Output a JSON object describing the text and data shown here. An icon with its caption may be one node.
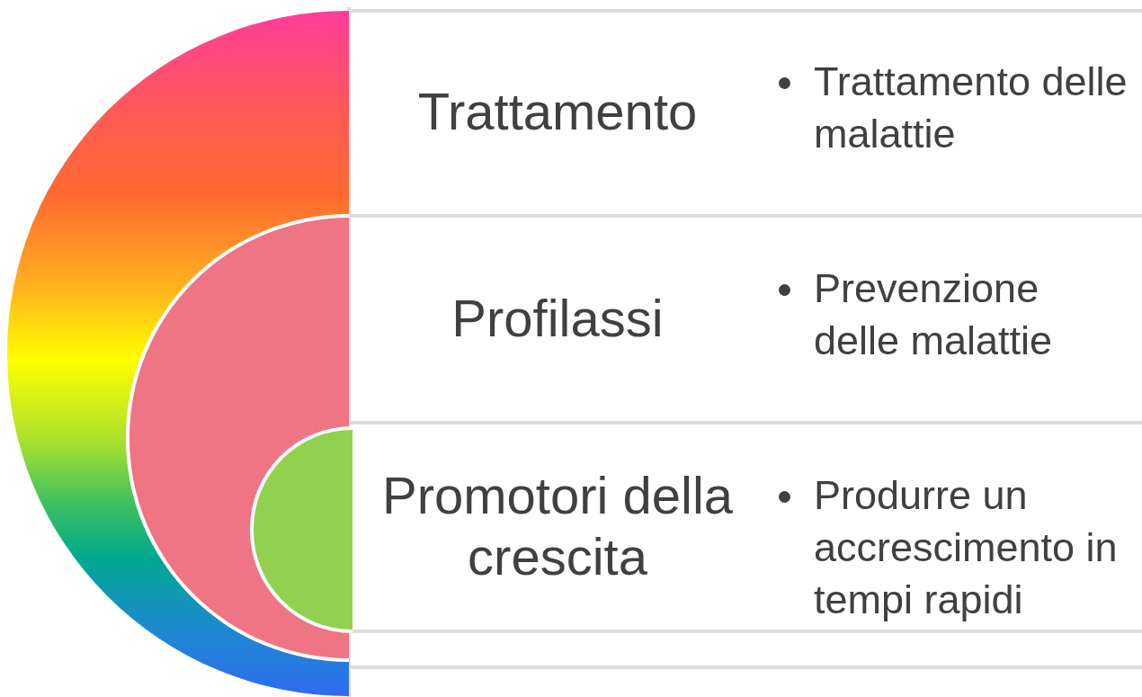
{
  "diagram": {
    "nodes": [
      {
        "text": [],
        "shape": "circle"
      },
      {
        "text": [],
        "shape": "circle",
        "in": 0
      },
      {
        "text": [],
        "shape": "circle",
        "in": 1
      },
      {
        "text": [
          "Trattamento",
          "Trattamento delle malattie"
        ]
      },
      {
        "text": [
          "Profilassi",
          "Prevenzione delle malattie"
        ]
      },
      {
        "text": [
          "Promotori della crescita",
          "Produrre un accrescimento in tempi rapidi"
        ]
      }
    ]
  }
}
